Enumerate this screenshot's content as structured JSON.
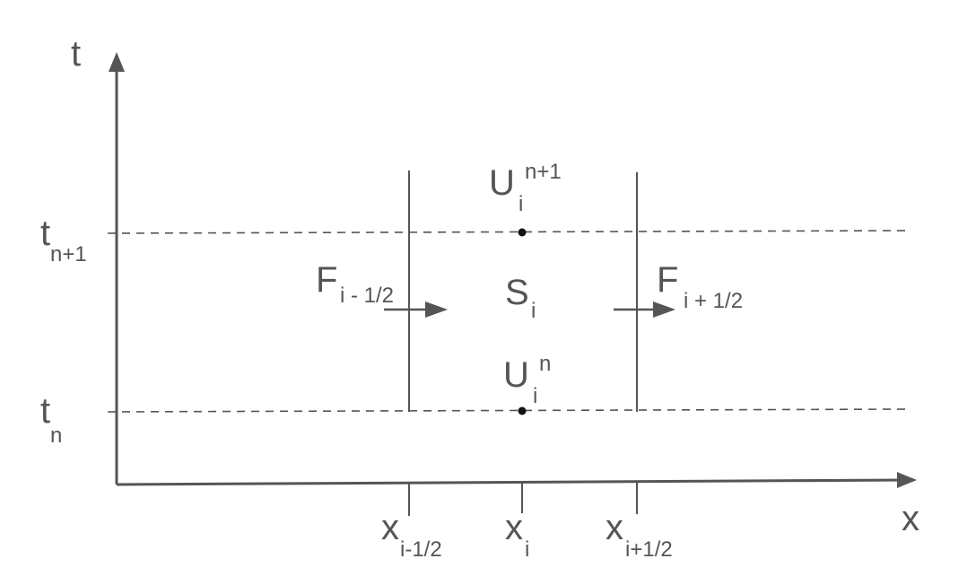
{
  "axes": {
    "t_label": "t",
    "x_label": "x"
  },
  "time_levels": {
    "upper": {
      "main": "t",
      "sub": "n+1"
    },
    "lower": {
      "main": "t",
      "sub": "n"
    }
  },
  "x_ticks": {
    "left": {
      "main": "x",
      "sub": "i-1/2"
    },
    "center": {
      "main": "x",
      "sub": "i"
    },
    "right": {
      "main": "x",
      "sub": "i+1/2"
    }
  },
  "cell": {
    "u_upper": {
      "main": "U",
      "sub": "i",
      "sup": "n+1"
    },
    "u_lower": {
      "main": "U",
      "sub": "i",
      "sup": "n"
    },
    "source": {
      "main": "S",
      "sub": "i"
    },
    "flux_left": {
      "main": "F",
      "sub": "i - 1/2"
    },
    "flux_right": {
      "main": "F",
      "sub": "i + 1/2"
    }
  },
  "colors": {
    "stroke": "#555555",
    "point": "#111111",
    "background": "#ffffff"
  }
}
